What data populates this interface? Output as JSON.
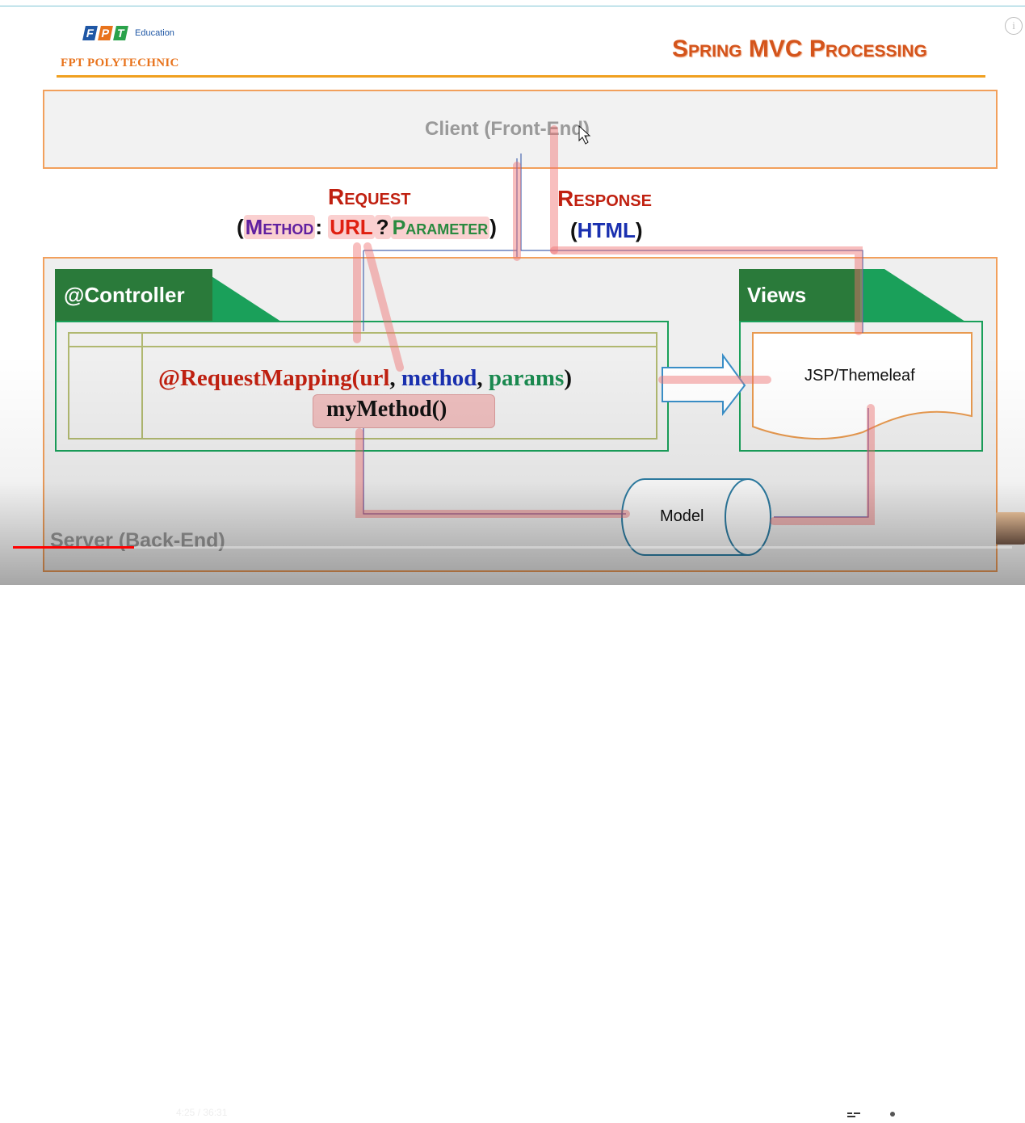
{
  "slide": {
    "logo_letters": [
      "F",
      "P",
      "T"
    ],
    "logo_colors": [
      "#1f57a5",
      "#e8731c",
      "#2aa24a"
    ],
    "logo_edu": "Education",
    "logo_poly": "FPT POLYTECHNIC",
    "title": "Spring MVC Processing",
    "client_label": "Client (Front-End)",
    "request_title": "Request",
    "request_open": "(",
    "request_method": "Method",
    "request_colon": ": ",
    "request_url": "URL",
    "request_q": "?",
    "request_param": "Parameter",
    "request_close": ")",
    "response_title": "Response",
    "response_open": "(",
    "response_html": "HTML",
    "response_close": ")",
    "controller_label": "@Controller",
    "views_label": "Views",
    "reqmap_prefix": "@RequestMapping(",
    "reqmap_url": "url",
    "reqmap_sep1": ", ",
    "reqmap_method": "method",
    "reqmap_sep2": ", ",
    "reqmap_params": "params",
    "reqmap_suffix": ")",
    "mymethod": "myMethod()",
    "jsp_label": "JSP/Themeleaf",
    "model_label": "Model",
    "server_label": "Server (Back-End)"
  },
  "player": {
    "current_time": "4:25",
    "separator": " / ",
    "duration": "36:31",
    "progress_fraction": 0.121,
    "icons": {
      "previous": "skip-previous-icon",
      "pause": "pause-icon",
      "next": "skip-next-icon",
      "volume": "volume-icon",
      "subtitles": "subtitles-icon",
      "settings": "settings-gear-icon",
      "miniplayer": "miniplayer-icon",
      "theater": "theater-mode-icon",
      "fullscreen": "fullscreen-icon",
      "info": "info-icon"
    },
    "accent_color": "#ff0000"
  }
}
